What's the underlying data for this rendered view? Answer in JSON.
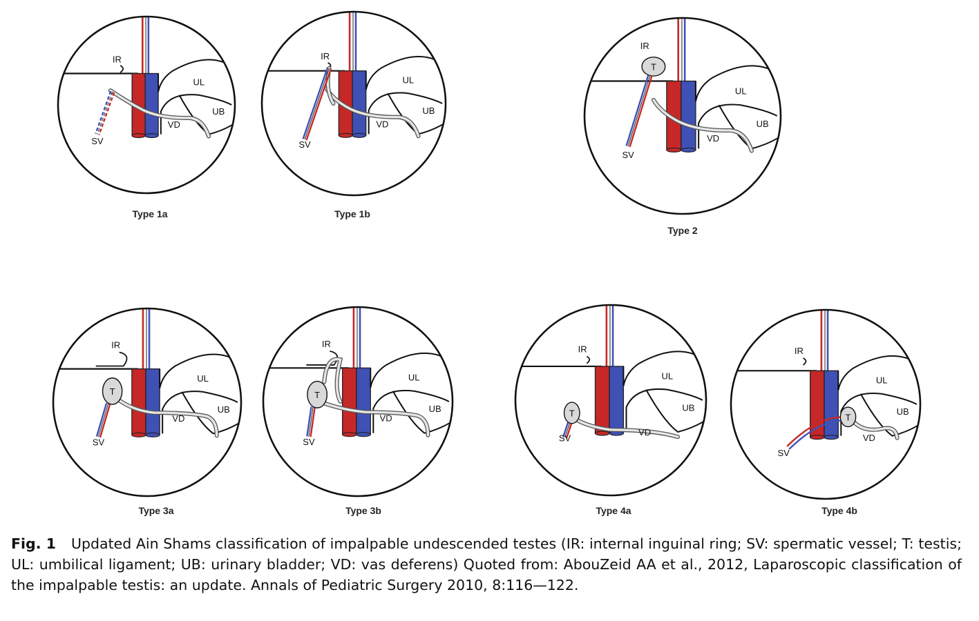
{
  "panels": [
    {
      "id": "1a",
      "label": "Type 1a"
    },
    {
      "id": "1b",
      "label": "Type 1b"
    },
    {
      "id": "2",
      "label": "Type 2"
    },
    {
      "id": "3a",
      "label": "Type 3a"
    },
    {
      "id": "3b",
      "label": "Type 3b"
    },
    {
      "id": "4a",
      "label": "Type 4a"
    },
    {
      "id": "4b",
      "label": "Type 4b"
    }
  ],
  "abbreviations": {
    "ir": "IR",
    "sv": "SV",
    "t": "T",
    "ul": "UL",
    "ub": "UB",
    "vd": "VD"
  },
  "colors": {
    "artery": "#c62828",
    "vein": "#3f51b5",
    "outline": "#111111",
    "vas": "#e6e6e6",
    "testis": "#d9d9d9"
  },
  "caption": {
    "fig_number": "Fig. 1",
    "text": "Updated Ain Shams classification of impalpable undescended testes (IR: internal inguinal ring; SV: spermatic vessel; T: testis; UL: umbilical ligament; UB: urinary bladder; VD: vas deferens) Quoted from: AbouZeid AA et al., 2012, Laparoscopic classification of the impalpable testis: an update. Annals of Pediatric Surgery 2010, 8:116—122."
  }
}
